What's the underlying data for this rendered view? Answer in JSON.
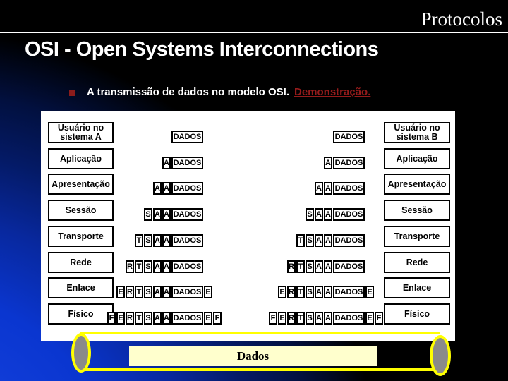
{
  "slide": {
    "eyebrow": "Protocolos",
    "title": "OSI - Open Systems Interconnections",
    "bullet_text": "A transmissão de dados no modelo OSI.",
    "bullet_link": "Demonstração."
  },
  "diagram": {
    "layers_left": [
      "Usuário no sistema A",
      "Aplicação",
      "Apresentação",
      "Sessão",
      "Transporte",
      "Rede",
      "Enlace",
      "Físico"
    ],
    "layers_right": [
      "Usuário no sistema B",
      "Aplicação",
      "Apresentação",
      "Sessão",
      "Transporte",
      "Rede",
      "Enlace",
      "Físico"
    ],
    "pdu_rows": [
      {
        "prefixes": [],
        "payload": "DADOS",
        "suffixes": []
      },
      {
        "prefixes": [
          "A"
        ],
        "payload": "DADOS",
        "suffixes": []
      },
      {
        "prefixes": [
          "A",
          "A"
        ],
        "payload": "DADOS",
        "suffixes": []
      },
      {
        "prefixes": [
          "S",
          "A",
          "A"
        ],
        "payload": "DADOS",
        "suffixes": []
      },
      {
        "prefixes": [
          "T",
          "S",
          "A",
          "A"
        ],
        "payload": "DADOS",
        "suffixes": []
      },
      {
        "prefixes": [
          "R",
          "T",
          "S",
          "A",
          "A"
        ],
        "payload": "DADOS",
        "suffixes": []
      },
      {
        "prefixes": [
          "E",
          "R",
          "T",
          "S",
          "A",
          "A"
        ],
        "payload": "DADOS",
        "suffixes": [
          "E"
        ]
      },
      {
        "prefixes": [
          "F",
          "E",
          "R",
          "T",
          "S",
          "A",
          "A"
        ],
        "payload": "DADOS",
        "suffixes": [
          "E",
          "F"
        ]
      }
    ],
    "pipe_label": "Dados"
  },
  "colors": {
    "background_blue": "#0a36d0",
    "panel_white": "#ffffff",
    "accent_yellow": "#ffff00",
    "bar_cream": "#ffffcd",
    "ellipse_gray": "#8a8a8a",
    "link_red": "#951b1b",
    "bullet_red": "#8b1c1c"
  }
}
